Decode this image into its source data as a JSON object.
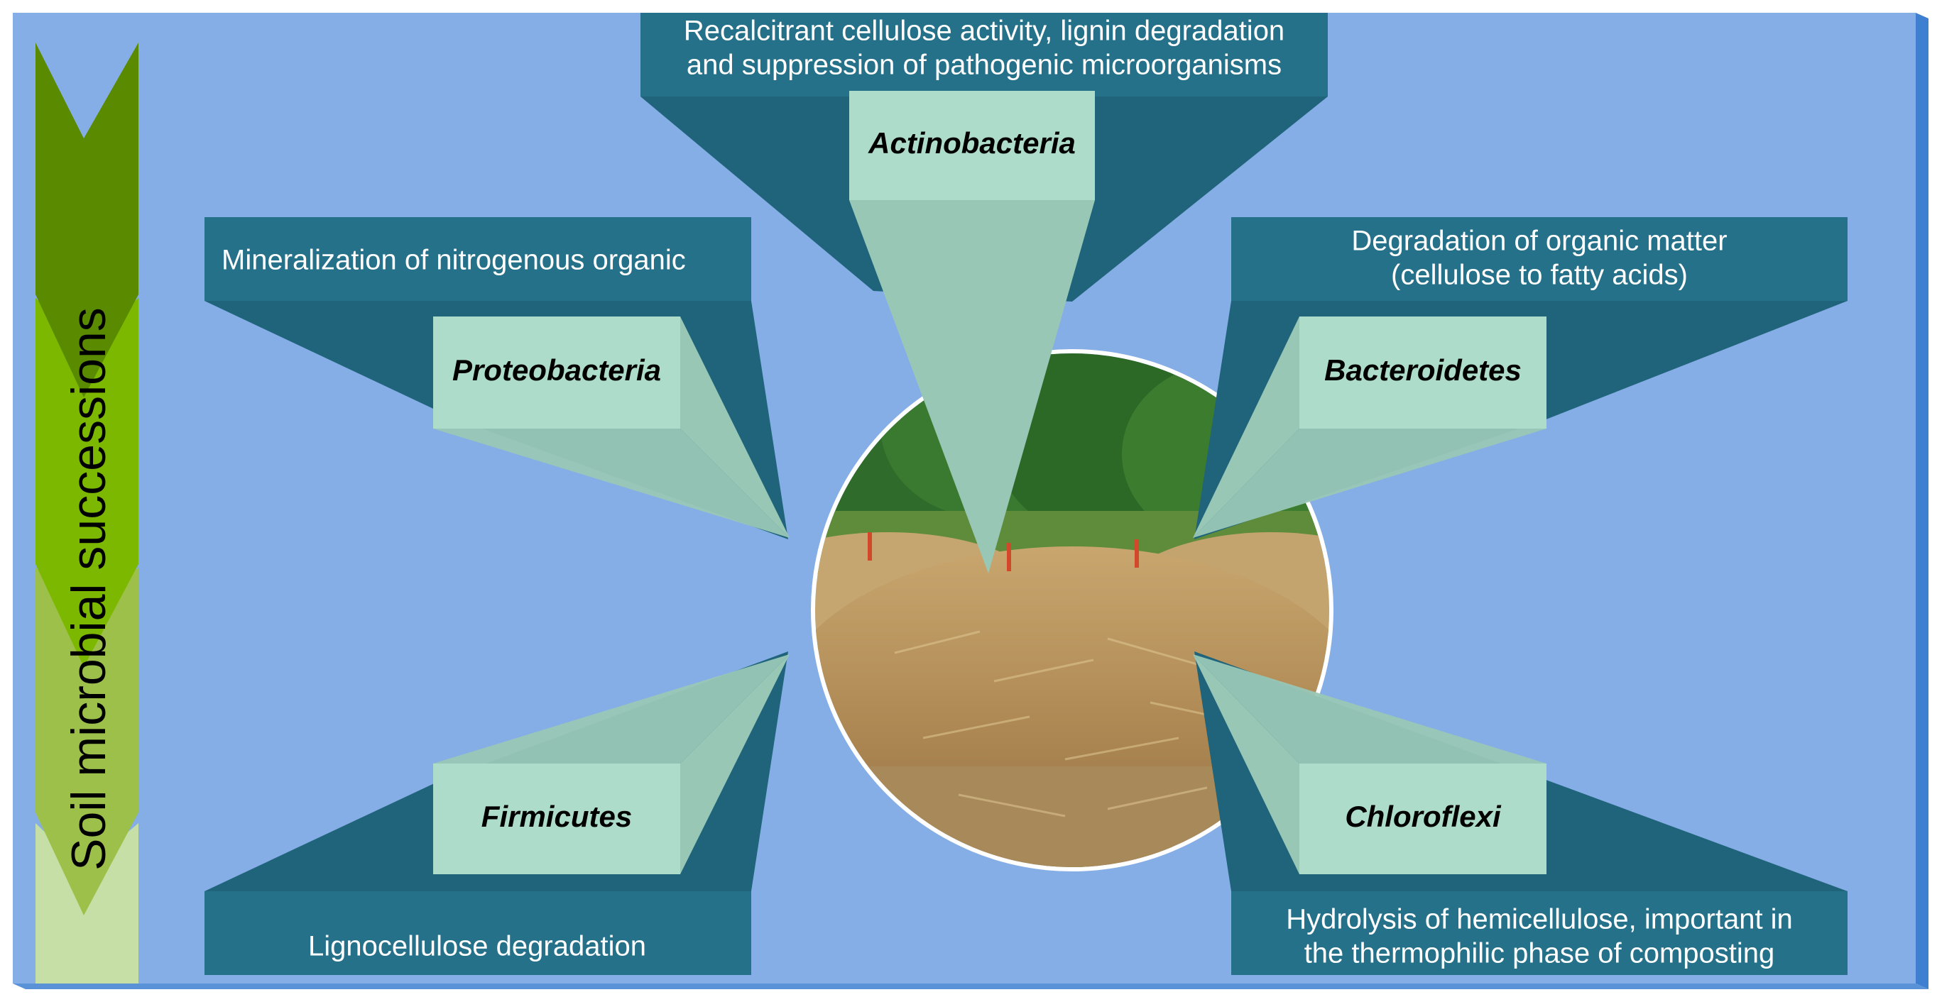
{
  "side_title": "Soil microbial successions",
  "center_photo": {
    "icon": "compost-pile-photo"
  },
  "colors": {
    "background": "#86AEE6",
    "banner": "#26718A",
    "wedge": "#1F647B",
    "box_face": "#AEDCCB",
    "box_side": "#99C7B6",
    "arrow_1": "#5A8A00",
    "arrow_2": "#7DB800",
    "arrow_3": "#9DC04A",
    "arrow_4": "#C5DFA6"
  },
  "groups": [
    {
      "id": "actinobacteria",
      "name": "Actinobacteria",
      "function_lines": [
        "Recalcitrant cellulose activity, lignin degradation",
        "and suppression of pathogenic microorganisms"
      ]
    },
    {
      "id": "proteobacteria",
      "name": "Proteobacteria",
      "function_lines": [
        "Mineralization of nitrogenous organic"
      ]
    },
    {
      "id": "bacteroidetes",
      "name": "Bacteroidetes",
      "function_lines": [
        "Degradation of organic matter",
        "(cellulose to fatty acids)"
      ]
    },
    {
      "id": "firmicutes",
      "name": "Firmicutes",
      "function_lines": [
        "Lignocellulose degradation"
      ]
    },
    {
      "id": "chloroflexi",
      "name": "Chloroflexi",
      "function_lines": [
        "Hydrolysis of hemicellulose, important in",
        "the thermophilic phase of composting"
      ]
    }
  ]
}
